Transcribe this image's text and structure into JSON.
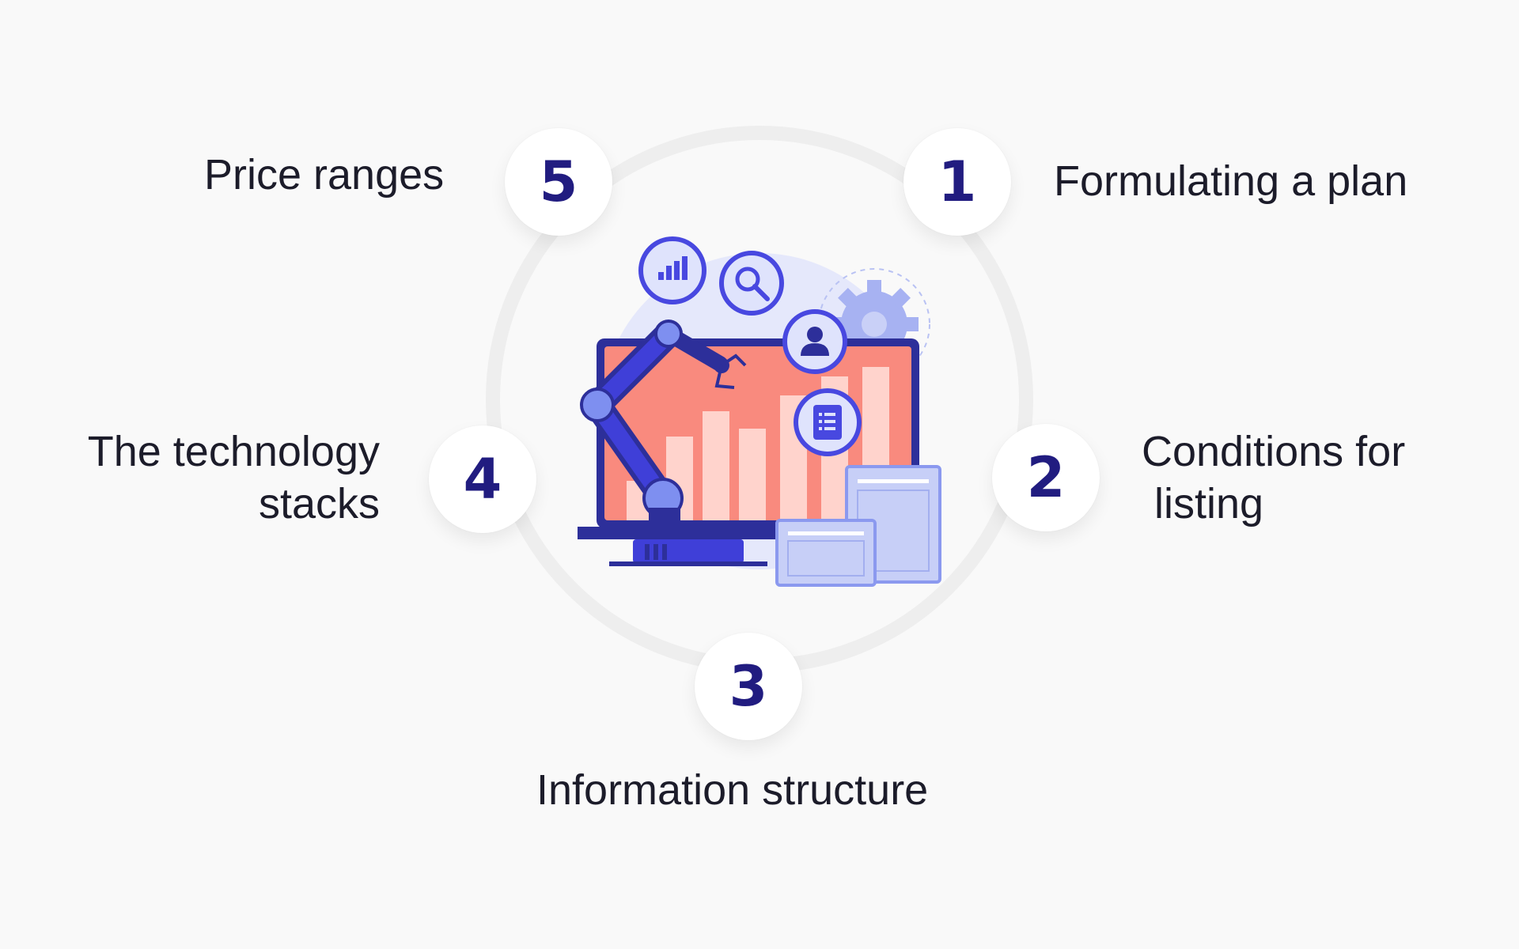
{
  "steps": [
    {
      "number": "1",
      "label": "Formulating a plan"
    },
    {
      "number": "2",
      "label_lines": [
        "Conditions for",
        "listing"
      ]
    },
    {
      "number": "3",
      "label": "Information structure"
    },
    {
      "number": "4",
      "label_lines": [
        "The technology",
        "stacks"
      ]
    },
    {
      "number": "5",
      "label": "Price ranges"
    }
  ],
  "colors": {
    "background": "#f9f9f9",
    "ring": "#eeeeee",
    "number": "#211c80",
    "label": "#1c1c2a",
    "screen": "#f98a7e",
    "robot": "#3f3fd8",
    "icon_circle": "#4848e0"
  },
  "illustration": {
    "icons": [
      "bar-chart-icon",
      "search-icon",
      "user-icon",
      "document-list-icon",
      "gear-icon"
    ]
  }
}
